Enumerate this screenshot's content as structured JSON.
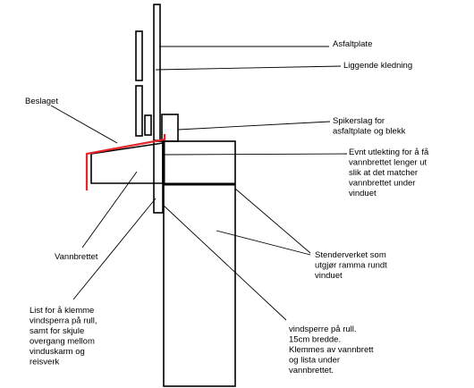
{
  "colors": {
    "line": "#000000",
    "flashing": "#e8262a",
    "background": "#ffffff"
  },
  "labels": {
    "asfaltplate": [
      "Asfaltplate"
    ],
    "liggende_kledning": [
      "Liggende kledning"
    ],
    "beslaget": [
      "Beslaget"
    ],
    "spikerslag": [
      "Spikerslag for",
      "asfaltplate og blekk"
    ],
    "utlekting": [
      "Evnt utlekting for å få",
      "vannbrettet lenger ut",
      "slik at det matcher",
      "vannbrettet under",
      "vinduet"
    ],
    "vannbrettet": [
      "Vannbrettet"
    ],
    "stenderverket": [
      "Stenderverket som",
      "utgjør ramma rundt",
      "vinduet"
    ],
    "list": [
      "List for å klemme",
      "vindsperra på rull,",
      "samt for skjule",
      "overgang mellom",
      "vinduskarm og",
      "reisverk"
    ],
    "vindsperre": [
      "vindsperre på rull.",
      "15cm bredde.",
      "Klemmes av vannbrett",
      "og lista under",
      "vannbrettet."
    ]
  }
}
